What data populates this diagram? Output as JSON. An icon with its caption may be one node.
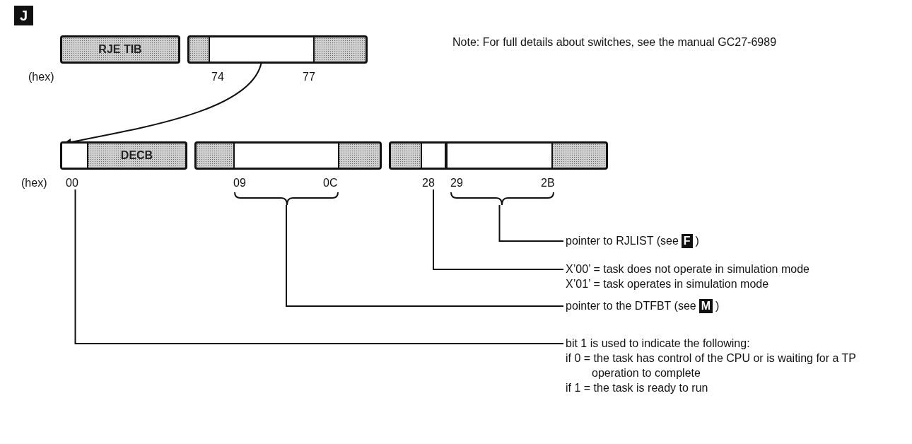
{
  "diagram": {
    "nodes": [
      {
        "text": [
          "RJE TIB"
        ]
      },
      {
        "text": [],
        "shape": "box"
      },
      {
        "text": [
          "DECB"
        ]
      },
      {
        "text": [],
        "shape": "box",
        "in": 2
      },
      {
        "text": [],
        "shape": "box"
      },
      {
        "text": [],
        "shape": "box"
      },
      {
        "text": [],
        "shape": "box"
      },
      {
        "text": [
          "pointer to RJLIST (see",
          "F",
          ")"
        ]
      },
      {
        "text": [
          "X’00’ = task does not operate in simulation mode",
          "X’01’ = task operates in simulation mode"
        ]
      },
      {
        "text": [
          "pointer to the DTFBT (see",
          "M",
          ")"
        ]
      },
      {
        "text": [
          "bit 1 is used to indicate the following:",
          "if 0 = the task has control of the CPU or is waiting for a TP operation to complete",
          "if 1 = the task is ready to run"
        ]
      }
    ],
    "edges": [
      {
        "from": 1,
        "to": 3,
        "arrow": "to"
      },
      {
        "from": 7,
        "to": 6,
        "arrow": "none"
      },
      {
        "from": 8,
        "to": 5,
        "arrow": "none"
      },
      {
        "from": 9,
        "to": 4,
        "arrow": "none"
      },
      {
        "from": 10,
        "to": 3,
        "arrow": "none"
      }
    ],
    "labels": [
      "J",
      "(hex)",
      "74",
      "77",
      "Note: For full details about switches, see the manual GC27-6989",
      "(hex)",
      "00",
      "09",
      "0C",
      "28",
      "29",
      "2B"
    ]
  }
}
